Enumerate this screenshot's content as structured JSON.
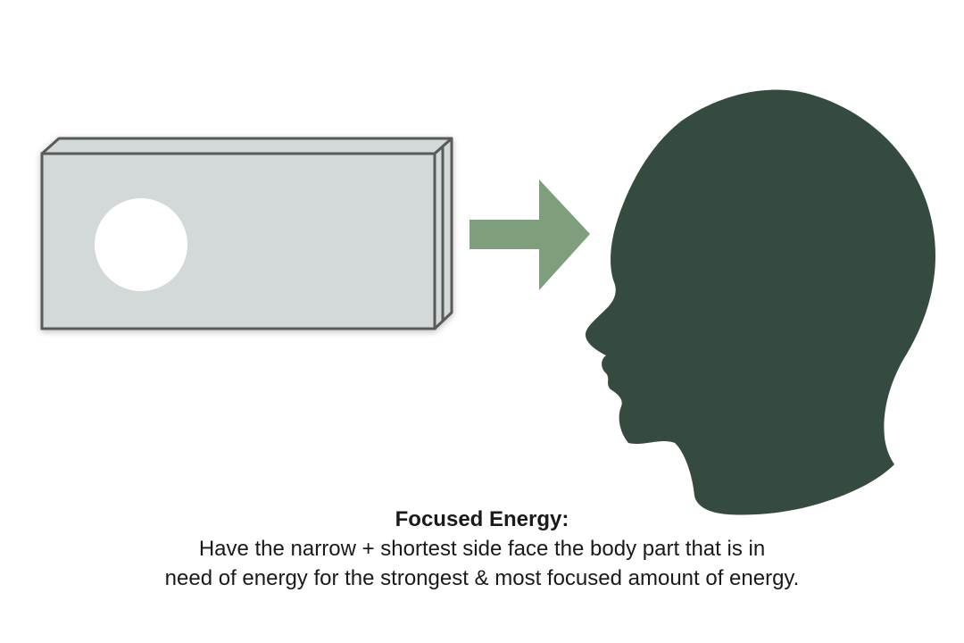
{
  "caption": {
    "title": "Focused Energy:",
    "line1": "Have the narrow + shortest side face the body part that is in",
    "line2": "need of energy for the strongest & most focused amount of energy."
  },
  "colors": {
    "crystal_face": "#d3d8d9",
    "crystal_outline": "#5a5a5a",
    "hole": "#ffffff",
    "arrow": "#7f9e7b",
    "head": "#354b3f",
    "text": "#1a1a1a"
  },
  "icons": {
    "crystal": "rectangular-crystal-slab-icon",
    "arrow": "arrow-right-icon",
    "head": "human-head-profile-icon"
  }
}
